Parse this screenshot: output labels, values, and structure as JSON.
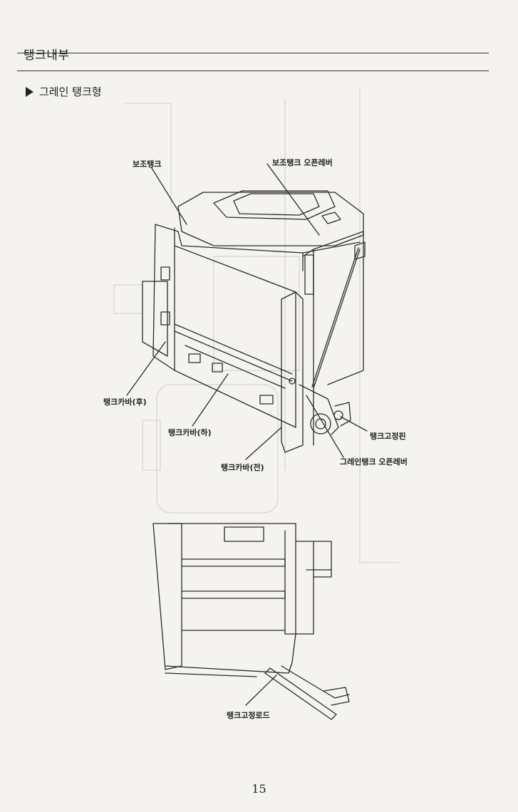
{
  "header": {
    "title": "탱크내부"
  },
  "section": {
    "title": "그레인 탱크형"
  },
  "labels": {
    "aux_tank": "보조탱크",
    "aux_tank_open_lever": "보조탱크 오픈레버",
    "tank_cover_rear": "탱크카바(후)",
    "tank_cover_lower": "탱크카바(하)",
    "tank_cover_front": "탱크카바(전)",
    "tank_fixing_pin": "탱크고정핀",
    "grain_tank_open_lever": "그레인탱크 오픈레버",
    "tank_fixing_rod": "탱크고정로드"
  },
  "footer": {
    "page_number": "15"
  },
  "icons": {
    "bullet": "triangle-right-icon"
  }
}
